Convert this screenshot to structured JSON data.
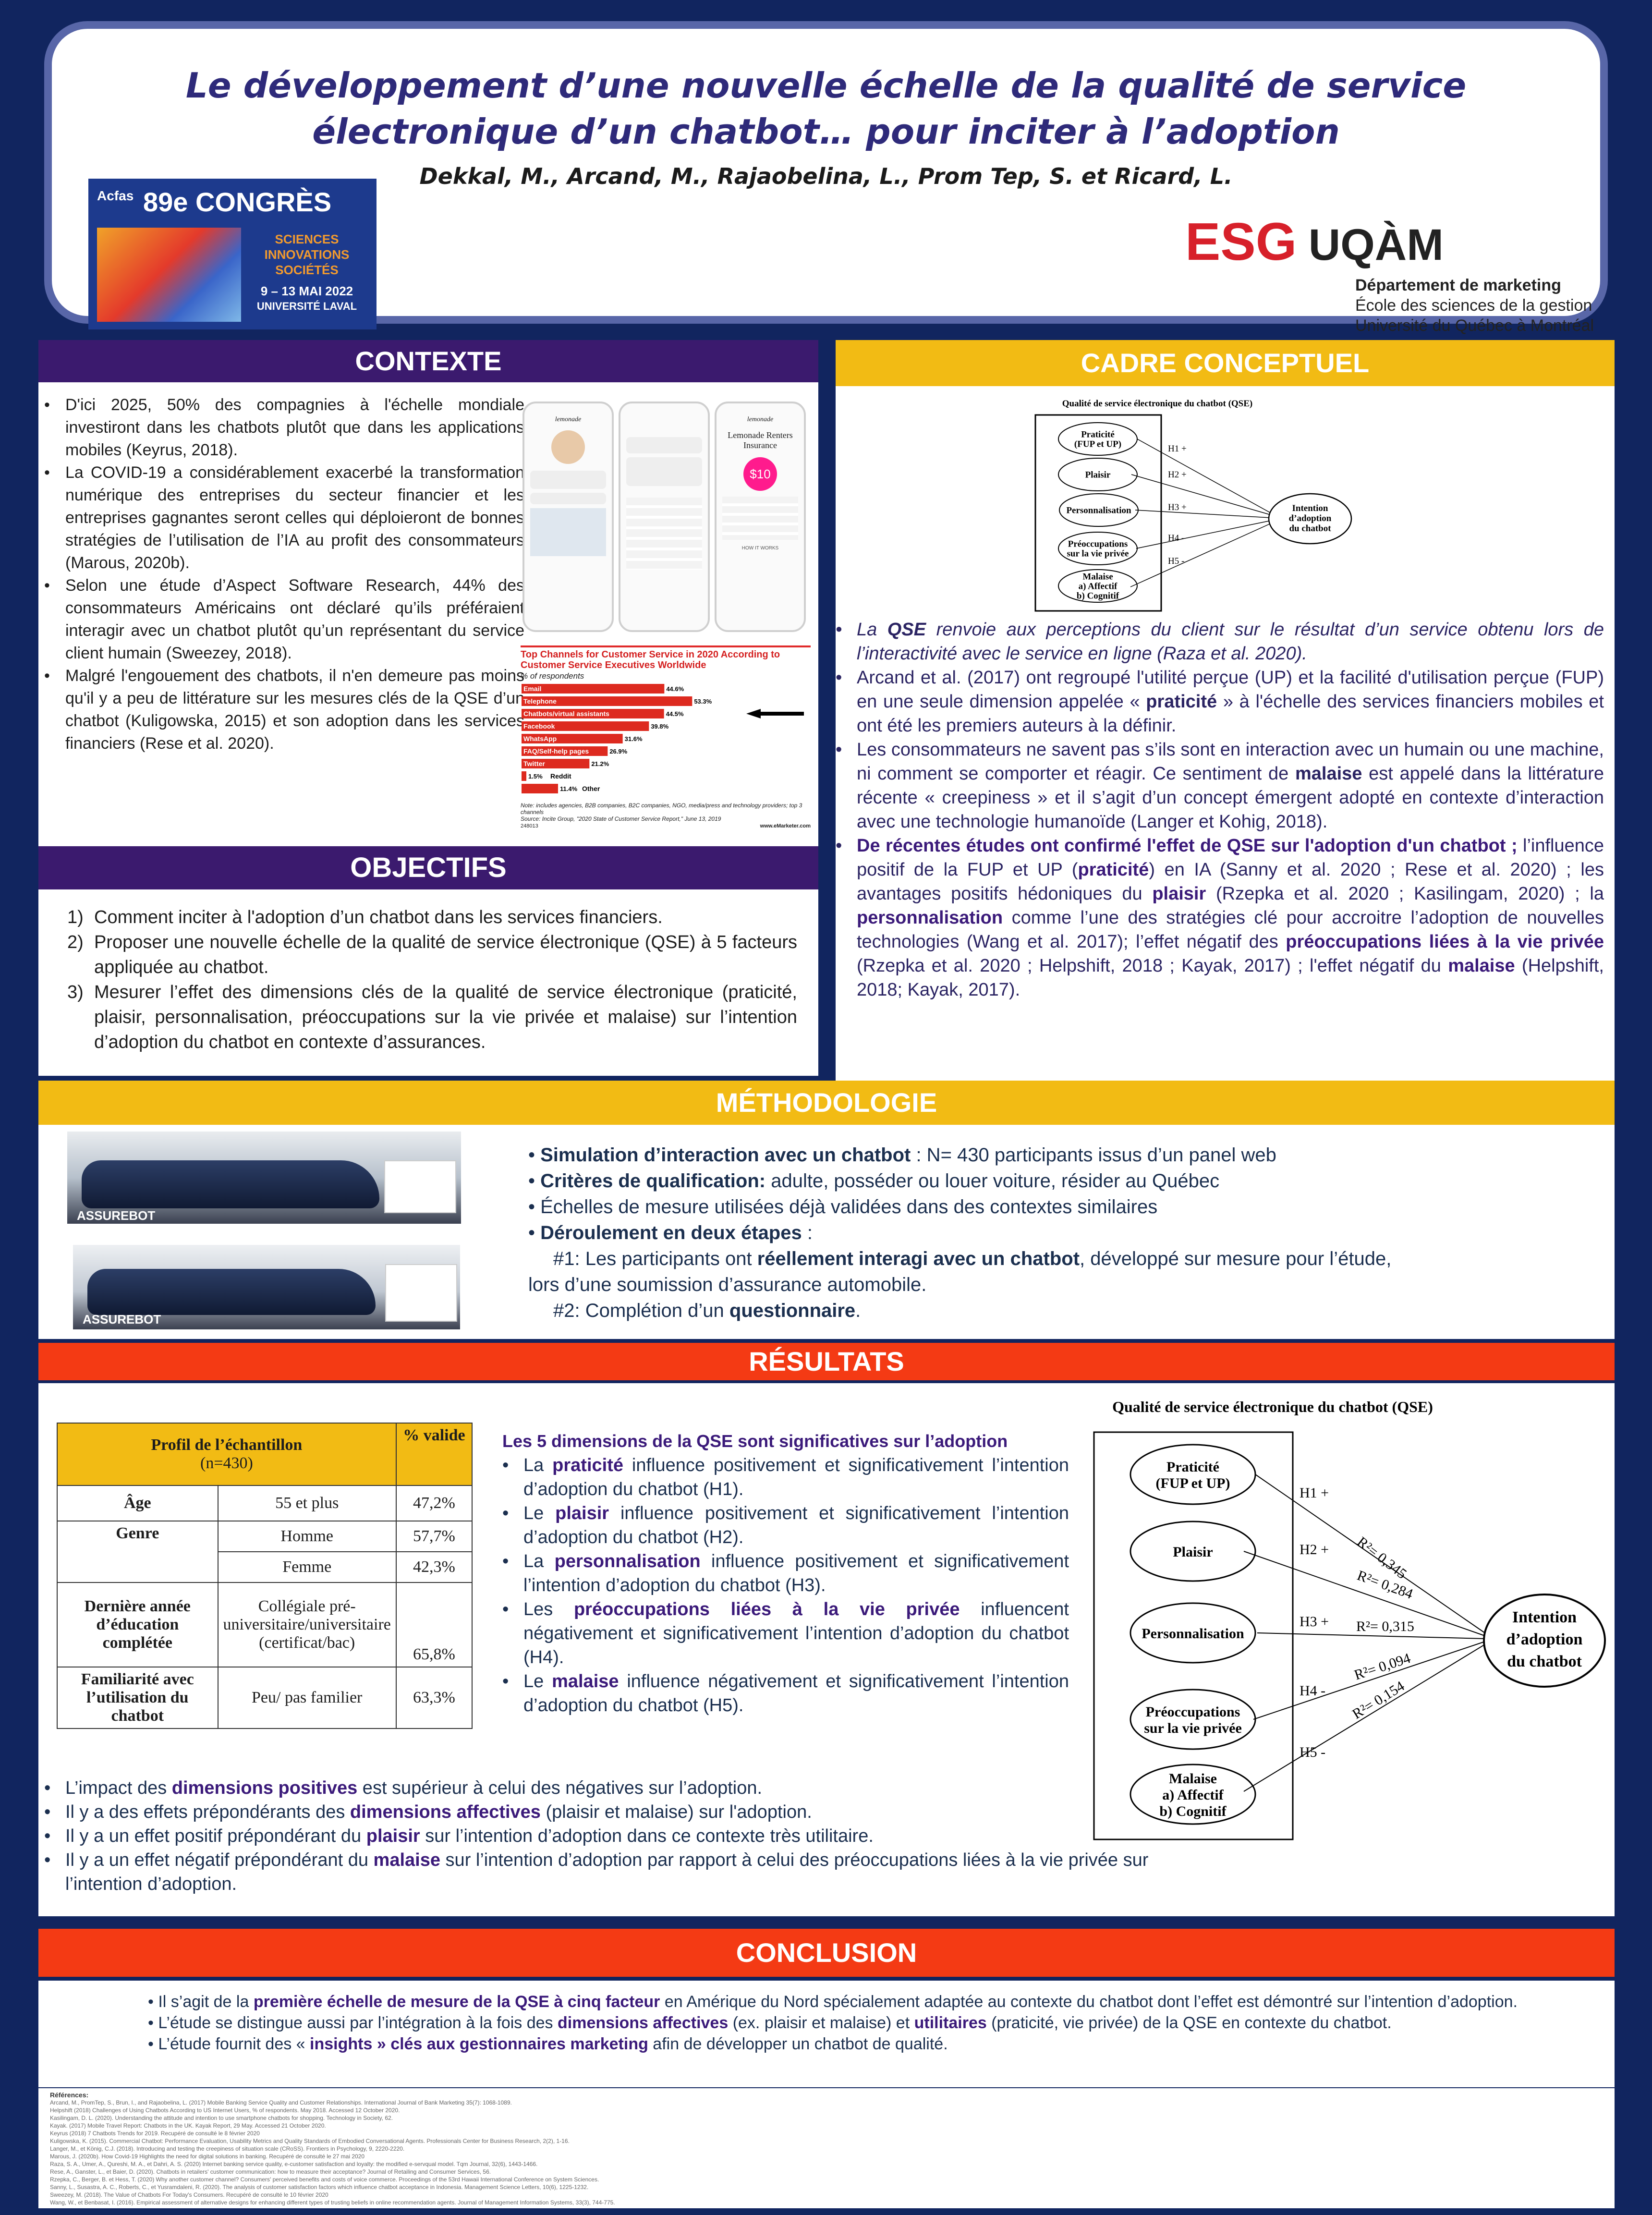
{
  "title": {
    "line1": "Le développement d’une nouvelle échelle de la qualité de service",
    "line2": "électronique d’un chatbot… pour inciter à l’adoption",
    "authors": "Dekkal, M., Arcand, M., Rajaobelina, L., Prom Tep, S. et Ricard, L."
  },
  "congres": {
    "brand": "Acfas",
    "edition": "89e CONGRÈS",
    "themes": [
      "SCIENCES",
      "INNOVATIONS",
      "SOCIÉTÉS"
    ],
    "dates": "9 – 13 MAI 2022",
    "place": "UNIVERSITÉ LAVAL"
  },
  "esg": {
    "logo_esg": "ESG",
    "logo_uqam": "UQÀM",
    "dept": "Département de marketing",
    "school": "École des sciences de la gestion",
    "univ": "Université du Québec à Montréal"
  },
  "contexte": {
    "heading": "CONTEXTE",
    "bullets": [
      "D'ici 2025, 50% des compagnies à l'échelle mondiale investiront dans les chatbots plutôt que dans les applications mobiles (Keyrus, 2018).",
      "La COVID-19 a considérablement exacerbé la transformation numérique des entreprises du secteur financier et les entreprises gagnantes seront celles qui déploieront de bonnes stratégies de l’utilisation de l’IA au profit des consommateurs (Marous, 2020b).",
      "Selon une étude d’Aspect Software Research, 44% des consommateurs Américains ont déclaré qu’ils préféraient interagir avec un chatbot plutôt qu’un représentant du service client humain (Sweezey, 2018).",
      "Malgré l'engouement des chatbots, il n'en demeure pas moins qu'il y a peu de littérature sur les mesures clés de la QSE d’un chatbot (Kuligowska, 2015) et son adoption dans les services financiers (Rese et al. 2020)."
    ]
  },
  "phones": {
    "brand": "lemonade",
    "screen3_title": "Lemonade Renters Insurance",
    "price": "$10",
    "caption": "HOW IT WORKS"
  },
  "channels_chart": {
    "title": "Top Channels for Customer Service in 2020 According to Customer Service Executives Worldwide",
    "subtitle": "% of respondents",
    "note": "Note: includes agencies, B2B companies, B2C companies, NGO, media/press and technology providers; top 3 channels",
    "source": "Source: Incite Group, \"2020 State of Customer Service Report,\" June 13, 2019",
    "code": "248013",
    "site": "www.eMarketer.com"
  },
  "chart_data": {
    "type": "bar",
    "title": "Top Channels for Customer Service in 2020 According to Customer Service Executives Worldwide",
    "subtitle": "% of respondents",
    "categories": [
      "Email",
      "Telephone",
      "Chatbots/virtual assistants",
      "Facebook",
      "WhatsApp",
      "FAQ/Self-help pages",
      "Twitter",
      "Reddit",
      "Other"
    ],
    "values": [
      44.6,
      53.3,
      44.5,
      39.8,
      31.6,
      26.9,
      21.2,
      1.5,
      11.4
    ],
    "labels": [
      "44.6%",
      "53.3%",
      "44.5%",
      "39.8%",
      "31.6%",
      "26.9%",
      "21.2%",
      "1.5%",
      "11.4%"
    ],
    "xlim": [
      0,
      60
    ]
  },
  "objectifs": {
    "heading": "OBJECTIFS",
    "items": [
      {
        "num": "1)",
        "text": "Comment inciter à l'adoption d’un chatbot dans les services financiers."
      },
      {
        "num": "2)",
        "text": "Proposer une nouvelle échelle de la qualité de service électronique (QSE) à 5 facteurs appliquée au chatbot."
      },
      {
        "num": "3)",
        "text": "Mesurer l’effet des dimensions clés de la qualité de service électronique (praticité, plaisir, personnalisation, préoccupations sur la vie privée et malaise) sur l’intention d’adoption du chatbot en contexte d’assurances."
      }
    ]
  },
  "cadre": {
    "heading": "CADRE CONCEPTUEL",
    "diagram_title": "Qualité de service électronique du chatbot (QSE)",
    "nodes": [
      "Praticité (FUP et UP)",
      "Plaisir",
      "Personnalisation",
      "Préoccupations sur la vie privée",
      "Malaise a) Affectif b) Cognitif"
    ],
    "node_lines": [
      [
        "Praticité",
        "(FUP et UP)"
      ],
      [
        "Plaisir"
      ],
      [
        "Personnalisation"
      ],
      [
        "Préoccupations",
        "sur la vie privée"
      ],
      [
        "Malaise",
        "a)  Affectif",
        "b)  Cognitif"
      ]
    ],
    "hyp": [
      "H1 +",
      "H2 +",
      "H3 +",
      "H4 -",
      "H5 -"
    ],
    "target": [
      "Intention",
      "d’adoption",
      "du chatbot"
    ]
  },
  "cadre_text": {
    "b1_pre": "La ",
    "b1_qse": "QSE",
    "b1_post": " renvoie aux perceptions du client sur le résultat d’un service obtenu lors de l’interactivité avec le service en ligne (Raza et al. 2020).",
    "b2_pre": "Arcand et al. (2017) ont regroupé l'utilité perçue (UP) et la facilité d'utilisation perçue (FUP) en une seule dimension appelée « ",
    "b2_word": "praticité",
    "b2_post": " » à l'échelle des services financiers mobiles et ont été les premiers auteurs à la définir.",
    "b3_pre": "Les consommateurs ne savent pas s’ils sont en interaction avec un humain ou une machine, ni comment se comporter et réagir. Ce sentiment de ",
    "b3_word": "malaise",
    "b3_post": " est appelé dans la littérature récente « creepiness » et il s’agit d’un concept émergent adopté en contexte d’interaction avec une technologie humanoïde (Langer et Kohig, 2018).",
    "b4_lead": "De récentes études ont confirmé l'effet de QSE sur l'adoption d'un chatbot ;",
    "b4_a": " l’influence positif de la FUP et UP (",
    "b4_prat": "praticité",
    "b4_b": ") en IA (Sanny et al. 2020 ; Rese et al. 2020) ; les avantages positifs hédoniques du ",
    "b4_plaisir": "plaisir",
    "b4_c": " (Rzepka et al. 2020 ; Kasilingam, 2020) ; la ",
    "b4_perso": "personnalisation",
    "b4_d": " comme l’une des stratégies clé pour accroitre l’adoption de nouvelles technologies (Wang et al. 2017); l’effet négatif des ",
    "b4_preo": "préoccupations liées à la vie privée",
    "b4_e": " (Rzepka et al. 2020 ; Helpshift, 2018 ; Kayak, 2017) ; l'effet négatif du ",
    "b4_malaise": "malaise",
    "b4_f": " (Helpshift, 2018; Kayak, 2017)."
  },
  "methodo": {
    "heading": "MÉTHODOLOGIE",
    "screen_label": "ASSUREBOT",
    "m1_bold": "Simulation d’interaction avec un chatbot",
    "m1_rest": " : N= 430 participants issus d’un panel web",
    "m2_bold": "Critères de qualification:",
    "m2_rest": " adulte, posséder ou louer voiture, résider au Québec",
    "m3": "Échelles de mesure utilisées déjà validées dans des contextes similaires",
    "m4_bold": "Déroulement en deux étapes",
    "m4_rest": " :",
    "s1_a": "#1: Les participants ont ",
    "s1_bold": "réellement interagi avec un chatbot",
    "s1_b": ", développé sur mesure pour l’étude,",
    "s1_c": "lors d’une soumission d’assurance automobile.",
    "s2_a": "#2: Complétion d’un ",
    "s2_bold": "questionnaire",
    "s2_b": "."
  },
  "resultats": {
    "heading": "RÉSULTATS",
    "table": {
      "h1": "Profil de l’échantillon",
      "h1b": "(n=430)",
      "h2": "% valide",
      "rows": [
        {
          "label": "Âge",
          "cat": "55 et plus",
          "val": "47,2%"
        },
        {
          "label": "Genre",
          "cat": "Homme",
          "val": "57,7%"
        },
        {
          "label": "",
          "cat": "Femme",
          "val": "42,3%"
        },
        {
          "label": "Dernière année d’éducation complétée",
          "cat": "Collégiale pré-universitaire/universitaire (certificat/bac)",
          "val": "65,8%"
        },
        {
          "label": "Familiarité avec l’utilisation du chatbot",
          "cat": "Peu/ pas familier",
          "val": "63,3%"
        }
      ]
    },
    "dims_title": "Les 5 dimensions de la QSE sont significatives sur l’adoption",
    "d1": [
      "La ",
      "praticité",
      " influence positivement et significativement l’intention d’adoption du chatbot (H1)."
    ],
    "d2": [
      "Le ",
      "plaisir",
      " influence positivement et significativement l’intention d’adoption du chatbot (H2)."
    ],
    "d3": [
      "La ",
      "personnalisation",
      " influence positivement et significativement l’intention d’adoption du chatbot (H3)."
    ],
    "d4": [
      "Les ",
      "préoccupations liées à la vie privée",
      " influencent négativement et significativement l’intention d’adoption du chatbot (H4)."
    ],
    "d5": [
      "Le ",
      "malaise",
      " influence négativement et significativement l’intention d’adoption du chatbot (H5)."
    ],
    "diagram_title": "Qualité de service électronique du chatbot (QSE)",
    "r2": [
      "R²= 0,345",
      "R²= 0,284",
      "R²= 0,315",
      "R²= 0,094",
      "R²= 0,154"
    ],
    "c1": [
      "L’impact des ",
      "dimensions positives",
      " est supérieur à celui des négatives sur l’adoption."
    ],
    "c2": [
      "Il y a des effets prépondérants des ",
      "dimensions affectives",
      " (plaisir et malaise) sur l'adoption."
    ],
    "c3": [
      "Il y a un effet positif prépondérant du ",
      "plaisir",
      " sur l’intention d’adoption dans ce contexte très utilitaire."
    ],
    "c4": [
      "Il y a un effet négatif prépondérant du ",
      "malaise",
      " sur l’intention d’adoption par rapport à celui des préoccupations liées à la vie privée sur l’intention d’adoption."
    ]
  },
  "conclusion": {
    "heading": "CONCLUSION",
    "p1": [
      "Il s’agit de la ",
      "première échelle de mesure de la QSE à cinq facteur",
      " en Amérique du Nord spécialement adaptée au contexte du chatbot dont l’effet est démontré sur l’intention d’adoption."
    ],
    "p2": [
      "L’étude se distingue aussi par l’intégration à la fois des ",
      "dimensions affectives",
      " (ex. plaisir et malaise) et ",
      "utilitaires",
      " (praticité, vie privée) de la QSE en contexte du chatbot."
    ],
    "p3": [
      "L’étude fournit des « ",
      "insights » clés aux gestionnaires marketing",
      " afin de développer un chatbot de qualité."
    ]
  },
  "references": {
    "heading": "Références:",
    "lines": [
      "Arcand, M., PromTep, S., Brun, I., and Rajaobelina, L. (2017) Mobile Banking Service Quality and Customer Relationships. International Journal of Bank Marketing 35(7): 1068-1089.",
      "Helpshift (2018) Challenges of Using Chatbots According to US Internet Users, % of respondents. May 2018. Accessed 12 October 2020.",
      "Kasilingam, D. L. (2020). Understanding the attitude and intention to use smartphone chatbots for shopping. Technology in Society, 62.",
      "Kayak. (2017) Mobile Travel Report: Chatbots in the UK. Kayak Report, 29 May. Accessed 21 October 2020.",
      "Keyrus (2018) 7 Chatbots Trends for 2019. Recupéré de consulté le 8 février 2020",
      "Kuligowska, K. (2015). Commercial Chatbot: Performance Evaluation, Usability Metrics and Quality Standards of Embodied Conversational Agents. Professionals Center for Business Research, 2(2), 1-16.",
      "Langer, M., et König, C.J. (2018). Introducing and testing the creepiness of situation scale (CRoSS). Frontiers in Psychology, 9, 2220-2220.",
      "Marous, J. (2020b). How Covid-19 Highlights the need for digital solutions in banking. Recupéré de consulté le 27 mai 2020",
      "Raza, S. A., Umer, A., Qureshi, M. A., et Dahri, A. S. (2020) Internet banking service quality, e-customer satisfaction and loyalty: the modified e-servqual model. Tqm Journal, 32(6), 1443-1466.",
      "Rese, A., Ganster, L., et Baier, D. (2020). Chatbots in retailers' customer communication: how to measure their acceptance? Journal of Retailing and Consumer Services, 56.",
      "Rzepka, C., Berger, B. et Hess, T. (2020) Why another customer channel? Consumers' perceived benefits and costs of voice commerce. Proceedings of the 53rd Hawaii International Conference on System Sciences.",
      "Sanny, L., Susastra, A. C., Roberts, C., et Yusramdaleni, R. (2020). The analysis of customer satisfaction factors which influence chatbot acceptance in Indonesia. Management Science Letters, 10(6), 1225-1232.",
      "Sweezey, M. (2018). The Value of Chatbots For Today's Consumers. Recupéré de consulté le 10 février 2020",
      "Wang, W., et Benbasat, I. (2016). Empirical assessment of alternative designs for enhancing different types of trusting beliefs in online recommendation agents. Journal of Management Information Systems, 33(3), 744-775."
    ]
  },
  "colors": {
    "navy": "#11255f",
    "purple_band": "#3b1a6e",
    "gold": "#f2bb14",
    "red": "#f43a14",
    "accent_text": "#3b1a7a"
  }
}
